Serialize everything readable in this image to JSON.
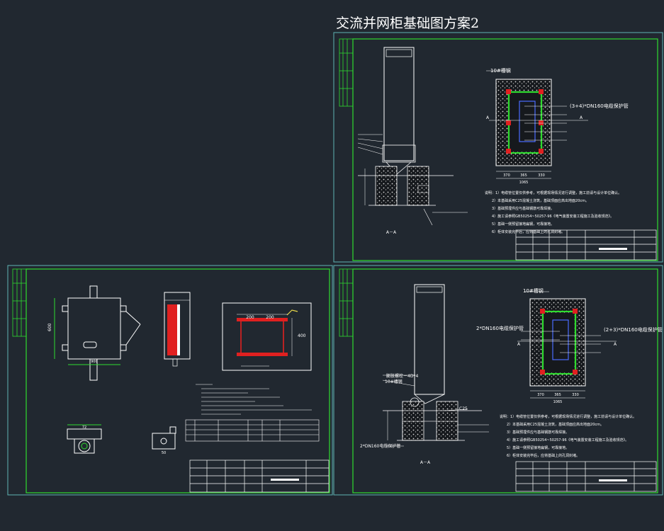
{
  "title": "交流并网柜基础图方案2",
  "colors": {
    "background": "#212830",
    "sheet_outer": "#5fb3b3",
    "frame": "#2fdc2f",
    "text": "#ffffff",
    "red": "#e02020",
    "yellow": "#e8d84a",
    "blue": "#4a6cff"
  },
  "top_sheet": {
    "section_label": "A－A",
    "conduit_note": "(3+4)*DN160电缆保护管",
    "cross_label": "10#槽钢",
    "dims_bottom": [
      "370",
      "365",
      "330"
    ],
    "dim_total": "1065",
    "marker": "A",
    "notes": [
      "说明：1）电缆管位置仅供参考，可根据现场情况进行调整，施工前请与设计单位确认。",
      "2）本基础采用C25混凝土浇筑，基础顶面应高出地面20cm。",
      "3）基础预埋件应与基础钢筋可靠焊接。",
      "4）施工请参照GB50254~50257-96《电气装置安装工程施工及验收规范》。",
      "5）基础一侧预留接地扁钢，可靠接地。",
      "6）柜体安装完毕后，应将基础上的孔洞封堵。"
    ]
  },
  "left_sheet": {
    "dim_width": "900",
    "dim_height": "600",
    "dim_72": "72",
    "dim_50": "50",
    "dim_200a": "200",
    "dim_200b": "200",
    "dim_400": "400"
  },
  "bottom_sheet": {
    "section_label": "A－A",
    "conduit_left": "2*DN160电缆保护管",
    "conduit_right": "(2+3)*DN160电缆保护管",
    "anchor_label": "膨胀螺栓－4D*4",
    "channel_label": "10#槽钢",
    "concrete_label": "C25",
    "dims_bottom": [
      "370",
      "365",
      "330"
    ],
    "dim_total": "1065",
    "marker": "A"
  }
}
